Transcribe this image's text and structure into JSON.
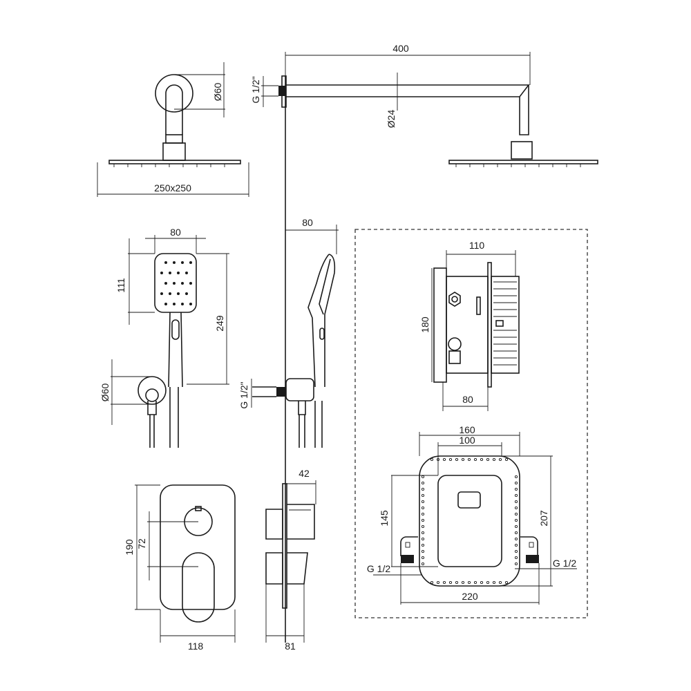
{
  "dimensions": {
    "arm_length": "400",
    "arm_thread": "G 1/2\"",
    "rosette_diameter": "Ø60",
    "arm_diameter": "Ø24",
    "head_size": "250x250",
    "handshower_width": "80",
    "handshower_head_height": "111",
    "handshower_length": "249",
    "holder_diameter": "Ø60",
    "handshower_depth": "80",
    "holder_thread": "G 1/2\"",
    "box_width": "110",
    "box_height": "180",
    "box_depth": "80",
    "frame_width": "160",
    "frame_inner_width": "100",
    "frame_inner_height": "145",
    "frame_height": "207",
    "inlet_left": "G 1/2",
    "inlet_right": "G 1/2",
    "frame_total_width": "220",
    "mixer_depth": "42",
    "plate_height": "190",
    "handle_spacing": "72",
    "plate_width": "118",
    "mixer_total_depth": "81"
  }
}
